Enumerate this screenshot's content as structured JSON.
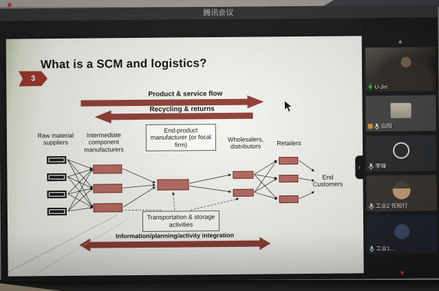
{
  "app": {
    "title": "腾讯会议"
  },
  "slide": {
    "number": "3",
    "title": "What is a SCM and logistics?",
    "flow_top": "Product & service flow",
    "flow_return": "Recycling & returns",
    "flow_bottom": "Information/planning/activity integration",
    "columns": {
      "raw": "Raw material suppliers",
      "intermediate": "Intermediate component manufacturers",
      "end_product": "End-product manufacturer (or focal firm)",
      "wholesalers": "Wholesalers, distributors",
      "retailers": "Retailers",
      "customers": "End Customers",
      "transport": "Transportation & storage activities"
    },
    "accent_color": "#8e3d34"
  },
  "sidebar": {
    "scroll_up": "▲",
    "scroll_down": "▼",
    "collapse": "›",
    "participants": [
      {
        "name": "U-Jin"
      },
      {
        "name": "白阳"
      },
      {
        "name": "李锋"
      },
      {
        "name": "工业2 任知行"
      },
      {
        "name": "工业1…"
      }
    ]
  }
}
